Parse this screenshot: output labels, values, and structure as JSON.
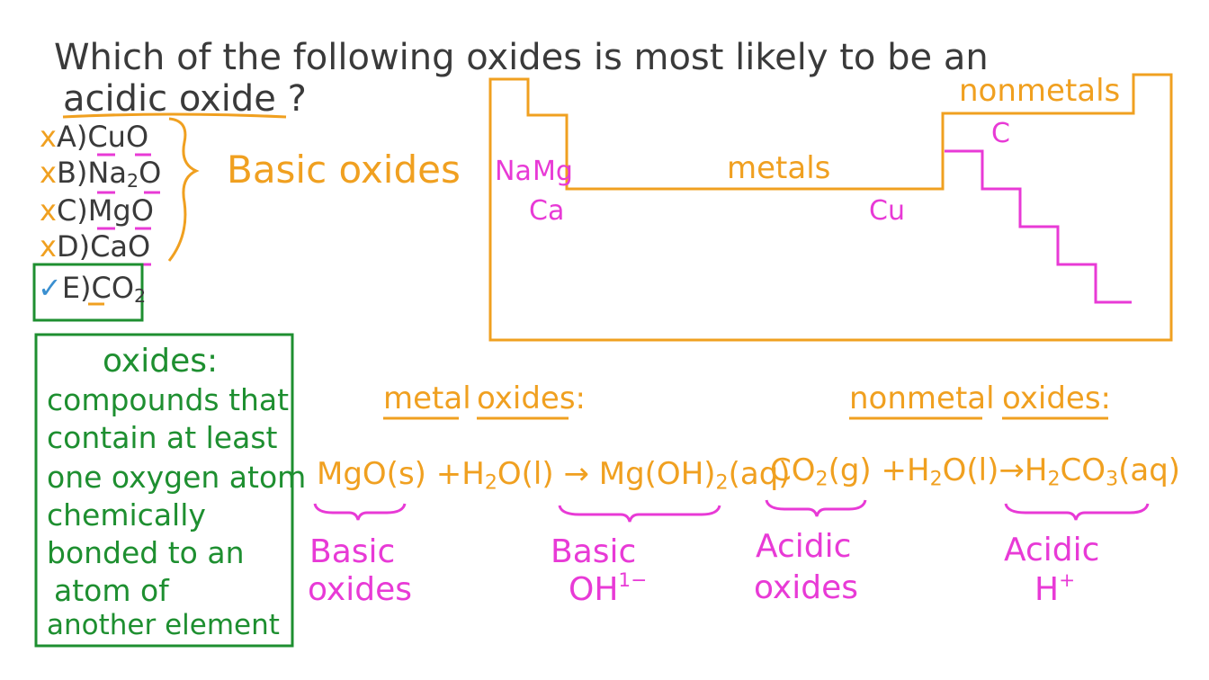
{
  "question": {
    "line1": "Which of the following oxides is most likely to be an",
    "line2": "acidic oxide ?"
  },
  "options": [
    {
      "mark": "x",
      "label": "A)",
      "formula": "CuO"
    },
    {
      "mark": "x",
      "label": "B)",
      "formula_main": "Na",
      "formula_sub": "2",
      "formula_tail": "O"
    },
    {
      "mark": "x",
      "label": "C)",
      "formula": "MgO"
    },
    {
      "mark": "x",
      "label": "D)",
      "formula": "CaO"
    },
    {
      "mark": "✓",
      "label": "E)",
      "formula_main": "CO",
      "formula_sub": "2"
    }
  ],
  "basic_oxides_label": "Basic oxides",
  "definition": {
    "title": "oxides:",
    "lines": [
      "compounds that",
      "contain at least",
      "one oxygen atom",
      "chemically",
      "bonded to an",
      "atom of",
      "another element"
    ]
  },
  "periodic_table": {
    "nonmetals_label": "nonmetals",
    "metals_label": "metals",
    "elements": [
      "Na",
      "Mg",
      "Ca",
      "Cu",
      "C"
    ]
  },
  "metal_oxides": {
    "heading_metal": "metal",
    "heading_oxides": "oxides:",
    "reactant1": "MgO(s)",
    "plus": "+",
    "water_a": "H",
    "water_sub": "2",
    "water_b": "O(l)",
    "arrow": "→",
    "product_a": "Mg(OH)",
    "product_sub": "2",
    "product_b": "(aq)",
    "label_left_1": "Basic",
    "label_left_2": "oxides",
    "label_right_1": "Basic",
    "label_right_2": "OH",
    "label_right_sup": "1−"
  },
  "nonmetal_oxides": {
    "heading_nonmetal": "nonmetal",
    "heading_oxides": "oxides:",
    "reactant_a": "CO",
    "reactant_sub": "2",
    "reactant_b": "(g)",
    "plus": "+",
    "water_a": "H",
    "water_sub": "2",
    "water_b": "O(l)",
    "arrow": "→",
    "product_a": "H",
    "product_sub1": "2",
    "product_b": "CO",
    "product_sub2": "3",
    "product_c": "(aq)",
    "label_left_1": "Acidic",
    "label_left_2": "oxides",
    "label_right_1": "Acidic",
    "label_right_2": "H",
    "label_right_sup": "+"
  },
  "colors": {
    "orange": "#f0a020",
    "magenta": "#e83ad6",
    "green": "#1e8f30",
    "dark": "#3a3a3a",
    "check_blue": "#3a8fd0"
  }
}
